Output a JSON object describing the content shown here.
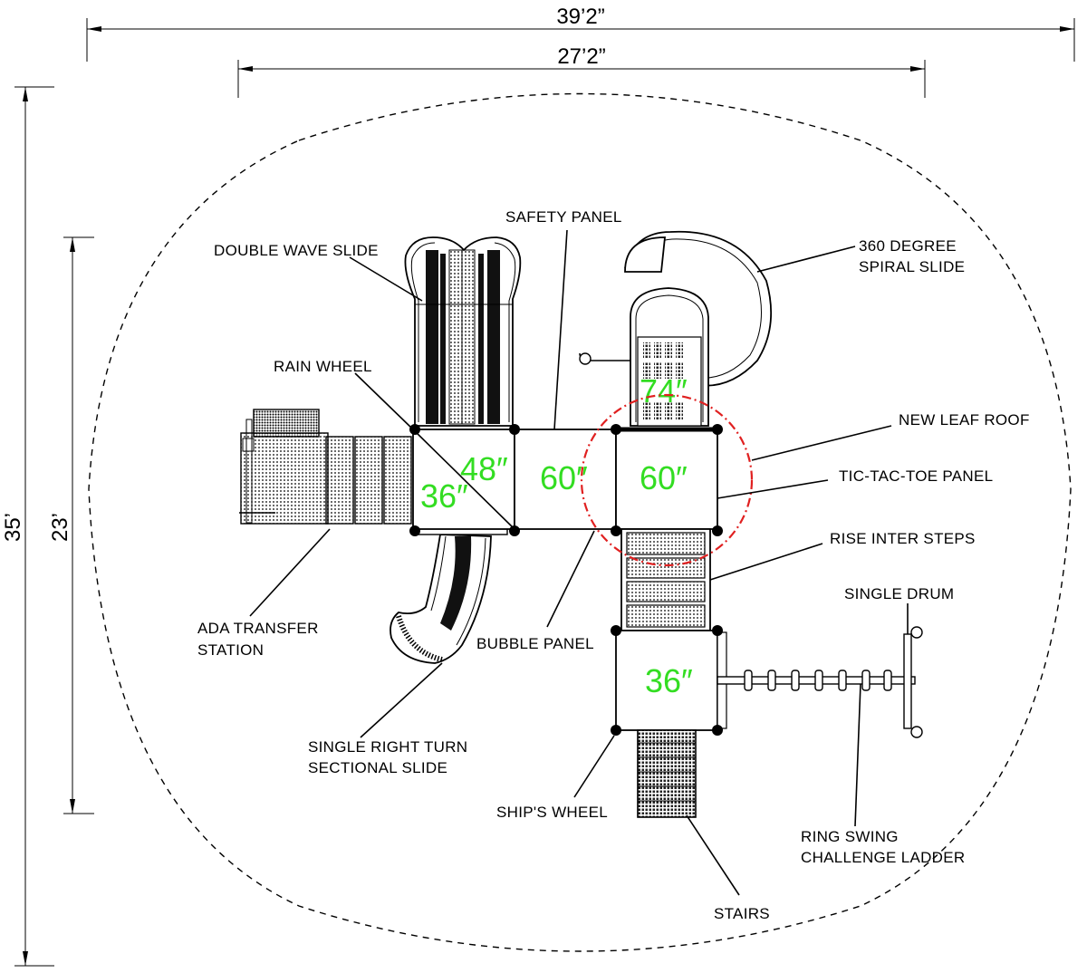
{
  "dimensions": {
    "overall_width": "39’2”",
    "inner_width": "27’2”",
    "overall_depth": "35’",
    "inner_depth": "23’"
  },
  "deck_heights": {
    "deck_a_low": "36″",
    "deck_a_high": "48″",
    "deck_b": "60″",
    "deck_c": "60″",
    "spiral_top": "74″",
    "deck_d": "36″"
  },
  "labels": {
    "double_wave_slide": "DOUBLE WAVE  SLIDE",
    "safety_panel": "SAFETY PANEL",
    "spiral_slide_1": "360 DEGREE",
    "spiral_slide_2": "SPIRAL SLIDE",
    "rain_wheel": "RAIN WHEEL",
    "new_leaf_roof": "NEW LEAF ROOF",
    "tic_tac_toe_panel": "TIC-TAC-TOE PANEL",
    "rise_inter_steps": "RISE INTER STEPS",
    "single_drum": "SINGLE DRUM",
    "ada_transfer_1": "ADA TRANSFER",
    "ada_transfer_2": "STATION",
    "bubble_panel": "BUBBLE PANEL",
    "right_turn_slide_1": "SINGLE RIGHT TURN",
    "right_turn_slide_2": "SECTIONAL SLIDE",
    "ships_wheel": "SHIP'S WHEEL",
    "ring_swing_1": "RING SWING",
    "ring_swing_2": "CHALLENGE LADDER",
    "stairs": "STAIRS"
  },
  "colors": {
    "deck_height_text": "#33dd22",
    "roof_outline": "#e02020",
    "line": "#000000"
  }
}
